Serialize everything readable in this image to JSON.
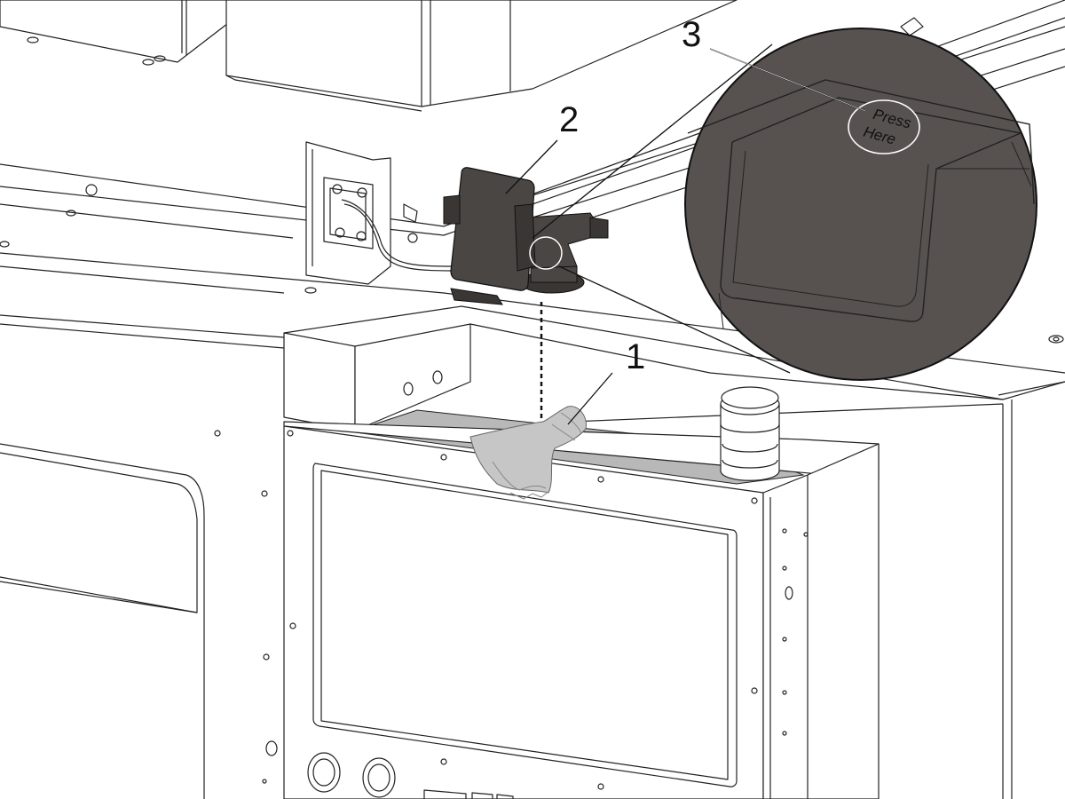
{
  "callouts": [
    {
      "number": "1",
      "target": "cleaning-cloth"
    },
    {
      "number": "2",
      "target": "phone-holder"
    },
    {
      "number": "3",
      "target": "release-button"
    }
  ],
  "detail": {
    "button_line1": "Press",
    "button_line2": "Here"
  },
  "colors": {
    "holder": "#4a4644",
    "detail_fill": "#575250",
    "cloth": "#c6c6c6",
    "top_surface": "#b8b8b8",
    "lines": "#222222"
  },
  "icons": [
    "phone-holder-icon",
    "suction-mount-icon",
    "emergency-stop-icon",
    "cloth-hand-icon"
  ]
}
